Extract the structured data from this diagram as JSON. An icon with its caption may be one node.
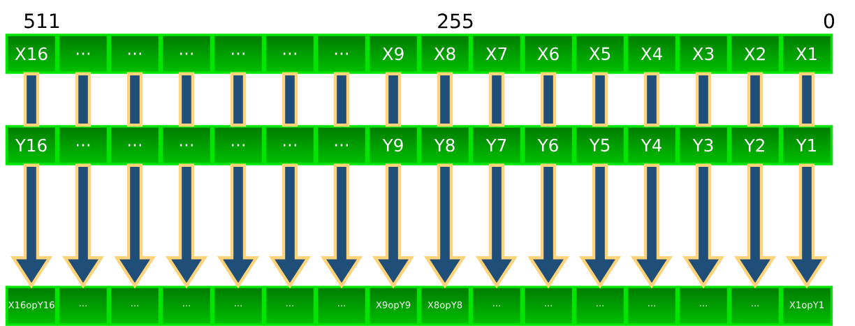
{
  "diagram": {
    "nodes": [
      {
        "text": [
          "X16"
        ]
      },
      {
        "text": [
          "..."
        ]
      },
      {
        "text": [
          "..."
        ]
      },
      {
        "text": [
          "..."
        ]
      },
      {
        "text": [
          "..."
        ]
      },
      {
        "text": [
          "..."
        ]
      },
      {
        "text": [
          "..."
        ]
      },
      {
        "text": [
          "X9"
        ]
      },
      {
        "text": [
          "X8"
        ]
      },
      {
        "text": [
          "X7"
        ]
      },
      {
        "text": [
          "X6"
        ]
      },
      {
        "text": [
          "X5"
        ]
      },
      {
        "text": [
          "X4"
        ]
      },
      {
        "text": [
          "X3"
        ]
      },
      {
        "text": [
          "X2"
        ]
      },
      {
        "text": [
          "X1"
        ]
      },
      {
        "text": [
          "Y16"
        ]
      },
      {
        "text": [
          "..."
        ]
      },
      {
        "text": [
          "..."
        ]
      },
      {
        "text": [
          "..."
        ]
      },
      {
        "text": [
          "..."
        ]
      },
      {
        "text": [
          "..."
        ]
      },
      {
        "text": [
          "..."
        ]
      },
      {
        "text": [
          "Y9"
        ]
      },
      {
        "text": [
          "Y8"
        ]
      },
      {
        "text": [
          "Y7"
        ]
      },
      {
        "text": [
          "Y6"
        ]
      },
      {
        "text": [
          "Y5"
        ]
      },
      {
        "text": [
          "Y4"
        ]
      },
      {
        "text": [
          "Y3"
        ]
      },
      {
        "text": [
          "Y2"
        ]
      },
      {
        "text": [
          "Y1"
        ]
      },
      {
        "text": [
          "X16opY16"
        ]
      },
      {
        "text": [
          "..."
        ]
      },
      {
        "text": [
          "..."
        ]
      },
      {
        "text": [
          "..."
        ]
      },
      {
        "text": [
          "..."
        ]
      },
      {
        "text": [
          "..."
        ]
      },
      {
        "text": [
          "..."
        ]
      },
      {
        "text": [
          "X9opY9"
        ]
      },
      {
        "text": [
          "X8opY8"
        ]
      },
      {
        "text": [
          "..."
        ]
      },
      {
        "text": [
          "..."
        ]
      },
      {
        "text": [
          "..."
        ]
      },
      {
        "text": [
          "..."
        ]
      },
      {
        "text": [
          "..."
        ]
      },
      {
        "text": [
          "..."
        ]
      },
      {
        "text": [
          "X1opY1"
        ]
      }
    ],
    "edges": [
      {
        "from": 0,
        "to": 16,
        "arrow": "none"
      },
      {
        "from": 1,
        "to": 17,
        "arrow": "none"
      },
      {
        "from": 2,
        "to": 18,
        "arrow": "none"
      },
      {
        "from": 3,
        "to": 19,
        "arrow": "none"
      },
      {
        "from": 4,
        "to": 20,
        "arrow": "none"
      },
      {
        "from": 5,
        "to": 21,
        "arrow": "none"
      },
      {
        "from": 6,
        "to": 22,
        "arrow": "none"
      },
      {
        "from": 7,
        "to": 23,
        "arrow": "none"
      },
      {
        "from": 8,
        "to": 24,
        "arrow": "none"
      },
      {
        "from": 9,
        "to": 25,
        "arrow": "none"
      },
      {
        "from": 10,
        "to": 26,
        "arrow": "none"
      },
      {
        "from": 11,
        "to": 27,
        "arrow": "none"
      },
      {
        "from": 12,
        "to": 28,
        "arrow": "none"
      },
      {
        "from": 13,
        "to": 29,
        "arrow": "none"
      },
      {
        "from": 14,
        "to": 30,
        "arrow": "none"
      },
      {
        "from": 15,
        "to": 31,
        "arrow": "none"
      },
      {
        "from": 16,
        "to": 32,
        "arrow": "to"
      },
      {
        "from": 17,
        "to": 33,
        "arrow": "to"
      },
      {
        "from": 18,
        "to": 34,
        "arrow": "to"
      },
      {
        "from": 19,
        "to": 35,
        "arrow": "to"
      },
      {
        "from": 20,
        "to": 36,
        "arrow": "to"
      },
      {
        "from": 21,
        "to": 37,
        "arrow": "to"
      },
      {
        "from": 22,
        "to": 38,
        "arrow": "to"
      },
      {
        "from": 23,
        "to": 39,
        "arrow": "to"
      },
      {
        "from": 24,
        "to": 40,
        "arrow": "to"
      },
      {
        "from": 25,
        "to": 41,
        "arrow": "to"
      },
      {
        "from": 26,
        "to": 42,
        "arrow": "to"
      },
      {
        "from": 27,
        "to": 43,
        "arrow": "to"
      },
      {
        "from": 28,
        "to": 44,
        "arrow": "to"
      },
      {
        "from": 29,
        "to": 45,
        "arrow": "to"
      },
      {
        "from": 30,
        "to": 46,
        "arrow": "to"
      },
      {
        "from": 31,
        "to": 47,
        "arrow": "to"
      }
    ],
    "labels": [
      "511",
      "255",
      "0"
    ]
  }
}
